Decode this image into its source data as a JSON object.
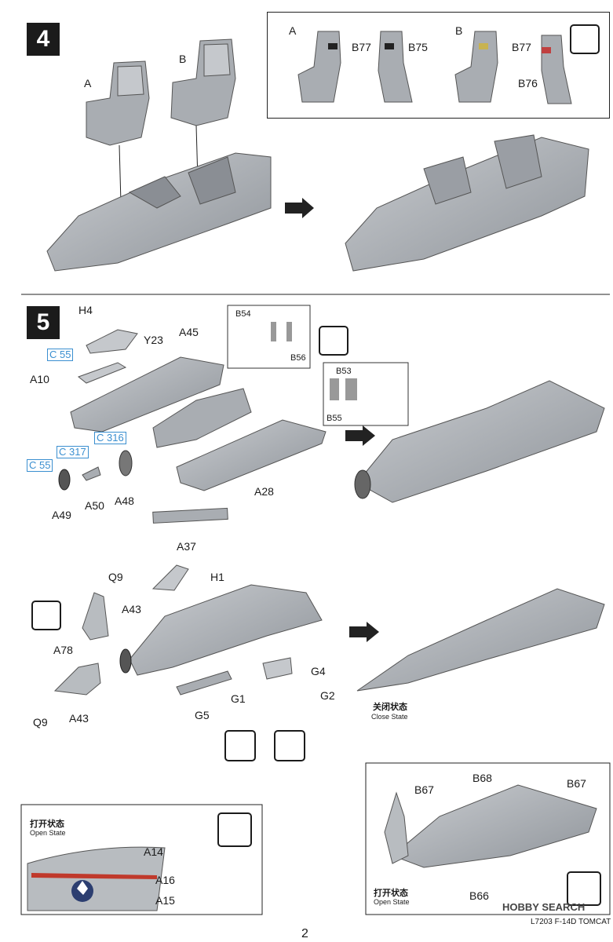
{
  "step4": {
    "number": "4",
    "seat_a": "A",
    "seat_b": "B",
    "detail": {
      "a": "A",
      "b": "B",
      "b77_1": "B77",
      "b75": "B75",
      "b77_2": "B77",
      "b76": "B76"
    }
  },
  "step5": {
    "number": "5",
    "parts": {
      "h4": "H4",
      "y23": "Y23",
      "c55_1": "C 55",
      "a45": "A45",
      "a10": "A10",
      "b54": "B54",
      "b56": "B56",
      "b53": "B53",
      "b55": "B55",
      "c316": "C 316",
      "c317": "C 317",
      "c55_2": "C 55",
      "a49": "A49",
      "a50": "A50",
      "a48": "A48",
      "a28": "A28",
      "a37": "A37"
    }
  },
  "step6": {
    "parts": {
      "q9_1": "Q9",
      "h1": "H1",
      "a43_1": "A43",
      "a78": "A78",
      "a43_2": "A43",
      "q9_2": "Q9",
      "g4": "G4",
      "g1": "G1",
      "g2": "G2",
      "g5": "G5"
    },
    "close_state_zh": "关闭状态",
    "close_state_en": "Close State"
  },
  "open_left": {
    "zh": "打开状态",
    "en": "Open State",
    "a14": "A14",
    "a16": "A16",
    "a15": "A15"
  },
  "open_right": {
    "b67_1": "B67",
    "b68": "B68",
    "b67_2": "B67",
    "b66": "B66",
    "zh": "打开状态",
    "en": "Open State"
  },
  "footer": {
    "product": "L7203 F-14D TOMCAT",
    "page": "2",
    "watermark": "HOBBY SEARCH"
  }
}
